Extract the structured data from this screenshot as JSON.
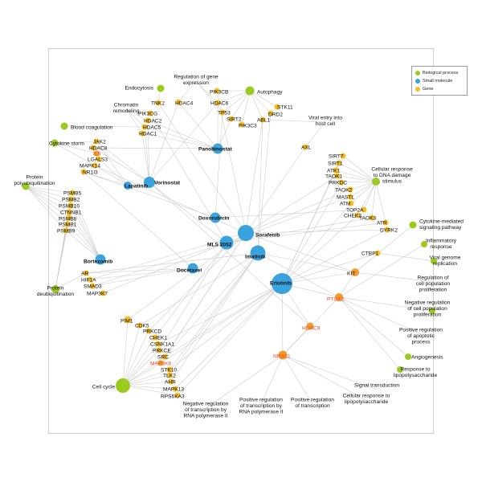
{
  "colors": {
    "biological_process": "#9acc1f",
    "small_molecule": "#3aa3dd",
    "gene": "#f6be22",
    "gene_highlight": "#f59a2a",
    "edge": "#c9c9c9",
    "highlight_text": "#e8491f"
  },
  "legend": [
    {
      "label": "Biological process",
      "category": "bp"
    },
    {
      "label": "Small molecule",
      "category": "sm"
    },
    {
      "label": "Gene",
      "category": "gene"
    }
  ],
  "nodes": [
    {
      "id": "regulation-gene-expression",
      "label": "Regulation of gene\nexpression",
      "category": "bp"
    },
    {
      "id": "endocytosis",
      "label": "Endocytosis",
      "category": "bp"
    },
    {
      "id": "autophagy",
      "label": "Autophagy",
      "category": "bp"
    },
    {
      "id": "chromatin-remodeling",
      "label": "Chromatin\nremodeling",
      "category": "bp"
    },
    {
      "id": "blood-coagulation",
      "label": "Blood coagulation",
      "category": "bp"
    },
    {
      "id": "cytokine-storm",
      "label": "Cytokine storm",
      "category": "bp"
    },
    {
      "id": "viral-entry",
      "label": "Viral entry into\nhost cell",
      "category": "bp"
    },
    {
      "id": "protein-polyubiquitination",
      "label": "Protein\npolyubiquitination",
      "category": "bp"
    },
    {
      "id": "protein-deubiquitination",
      "label": "Protein\ndeubiquitination",
      "category": "bp"
    },
    {
      "id": "dna-damage",
      "label": "Cellular response\nto DNA damage\nstimulus",
      "category": "bp"
    },
    {
      "id": "cytokine-signaling",
      "label": "Cytokine-mediated\nsignaling pathway",
      "category": "bp"
    },
    {
      "id": "inflammatory-response",
      "label": "Inflammatory\nresponse",
      "category": "bp"
    },
    {
      "id": "viral-genome-replication",
      "label": "Viral genome\nreplication",
      "category": "bp"
    },
    {
      "id": "reg-cell-pop",
      "label": "Regulation of\ncell population\nproliferation",
      "category": "bp"
    },
    {
      "id": "neg-reg-cell-pop",
      "label": "Negative regulation\nof cell population\nproliferation",
      "category": "bp"
    },
    {
      "id": "pos-reg-apoptotic",
      "label": "Positive regulation\nof apoptotic\nprocess",
      "category": "bp"
    },
    {
      "id": "angiogenesis",
      "label": "Angiogenesis",
      "category": "bp"
    },
    {
      "id": "response-lps",
      "label": "Response to\nlipopolysaccharide",
      "category": "bp"
    },
    {
      "id": "signal-transduction",
      "label": "Signal transduction",
      "category": "bp"
    },
    {
      "id": "cellular-response-lps",
      "label": "Cellular response to\nlipopolysaccharide",
      "category": "bp"
    },
    {
      "id": "cell-cycle",
      "label": "Cell cycle",
      "category": "bp"
    },
    {
      "id": "neg-reg-transcription",
      "label": "Negative regulation\nof transcription by\nRNA polymerase II",
      "category": "bp"
    },
    {
      "id": "pos-reg-transcription-pol2",
      "label": "Positive regulation\nof transcription by\nRNA polymerase II",
      "category": "bp"
    },
    {
      "id": "pos-reg-transcription",
      "label": "Positive regulation\nof transcription",
      "category": "bp"
    },
    {
      "id": "panobinostat",
      "label": "Panobinostat",
      "category": "sm"
    },
    {
      "id": "vorinostat",
      "label": "Vorinostat",
      "category": "sm"
    },
    {
      "id": "lapatinib",
      "label": "Lapatinib",
      "category": "sm"
    },
    {
      "id": "doxorubicin",
      "label": "Doxorubicin",
      "category": "sm"
    },
    {
      "id": "sorafenib",
      "label": "Sorafenib",
      "category": "sm"
    },
    {
      "id": "mls2052",
      "label": "MLS 2052",
      "category": "sm"
    },
    {
      "id": "imatinib",
      "label": "Imatinib",
      "category": "sm"
    },
    {
      "id": "bortezomib",
      "label": "Bortezomib",
      "category": "sm"
    },
    {
      "id": "docetaxel",
      "label": "Docetaxel",
      "category": "sm"
    },
    {
      "id": "erlotinib",
      "label": "Erlotinib",
      "category": "sm"
    },
    {
      "id": "tnk2",
      "label": "TNK2",
      "category": "gene"
    },
    {
      "id": "hdac4",
      "label": "HDAC4",
      "category": "gene"
    },
    {
      "id": "pik3cb",
      "label": "PIK3CB",
      "category": "gene"
    },
    {
      "id": "hdac6",
      "label": "HDAC6",
      "category": "gene"
    },
    {
      "id": "tp53",
      "label": "TP53",
      "category": "gene"
    },
    {
      "id": "sirt2",
      "label": "SIRT2",
      "category": "gene"
    },
    {
      "id": "pik3c3",
      "label": "PIK3C3",
      "category": "gene"
    },
    {
      "id": "abl1",
      "label": "ABL1",
      "category": "gene"
    },
    {
      "id": "drd2",
      "label": "DRD2",
      "category": "gene"
    },
    {
      "id": "stk11",
      "label": "STK11",
      "category": "gene"
    },
    {
      "id": "pik3cg",
      "label": "PIK3CG",
      "category": "gene"
    },
    {
      "id": "hdac2",
      "label": "HDAC2",
      "category": "gene"
    },
    {
      "id": "hdac5",
      "label": "HDAC5",
      "category": "gene"
    },
    {
      "id": "hdac1",
      "label": "HDAC1",
      "category": "gene"
    },
    {
      "id": "jak2",
      "label": "JAK2",
      "category": "gene"
    },
    {
      "id": "hdac8",
      "label": "HDAC8",
      "category": "gene"
    },
    {
      "id": "il6",
      "label": "IL6",
      "category": "gene",
      "highlight": true
    },
    {
      "id": "lgals3",
      "label": "LGALS3",
      "category": "gene"
    },
    {
      "id": "mapk14",
      "label": "MAPK14",
      "category": "gene"
    },
    {
      "id": "nr1i3",
      "label": "NR1I3",
      "category": "gene"
    },
    {
      "id": "axl",
      "label": "AXL",
      "category": "gene"
    },
    {
      "id": "sirt7",
      "label": "SIRT7",
      "category": "gene"
    },
    {
      "id": "sirt1",
      "label": "SIRT1",
      "category": "gene"
    },
    {
      "id": "atk1",
      "label": "ATK1",
      "category": "gene"
    },
    {
      "id": "taok1",
      "label": "TAOK1",
      "category": "gene"
    },
    {
      "id": "prkdc",
      "label": "PRKDC",
      "category": "gene"
    },
    {
      "id": "taok2",
      "label": "TAOK2",
      "category": "gene"
    },
    {
      "id": "mastl",
      "label": "MASTL",
      "category": "gene"
    },
    {
      "id": "atm",
      "label": "ATM",
      "category": "gene"
    },
    {
      "id": "top2a",
      "label": "TOP2A",
      "category": "gene"
    },
    {
      "id": "chek2",
      "label": "CHEK2",
      "category": "gene"
    },
    {
      "id": "taok3",
      "label": "TAOK3",
      "category": "gene"
    },
    {
      "id": "atr",
      "label": "ATR",
      "category": "gene"
    },
    {
      "id": "dyrk2",
      "label": "DYRK2",
      "category": "gene"
    },
    {
      "id": "psmb5",
      "label": "PSMB5",
      "category": "gene"
    },
    {
      "id": "psmb2",
      "label": "PSMB2",
      "category": "gene"
    },
    {
      "id": "psmb10",
      "label": "PSMB10",
      "category": "gene"
    },
    {
      "id": "ctnnb1",
      "label": "CTNNB1",
      "category": "gene"
    },
    {
      "id": "psmb8",
      "label": "PSMB8",
      "category": "gene"
    },
    {
      "id": "psmb1",
      "label": "PSMB1",
      "category": "gene"
    },
    {
      "id": "psmb9",
      "label": "PSMB9",
      "category": "gene"
    },
    {
      "id": "ar",
      "label": "AR",
      "category": "gene"
    },
    {
      "id": "hif1a",
      "label": "HIF1A",
      "category": "gene"
    },
    {
      "id": "smad3",
      "label": "SMAD3",
      "category": "gene"
    },
    {
      "id": "map3k7",
      "label": "MAP3K7",
      "category": "gene"
    },
    {
      "id": "ctbp1",
      "label": "CTBP1",
      "category": "gene"
    },
    {
      "id": "kit",
      "label": "KIT",
      "category": "gene",
      "highlight": true
    },
    {
      "id": "ptgs2",
      "label": "PTGS2",
      "category": "gene",
      "highlight": true
    },
    {
      "id": "hdac9",
      "label": "HDAC9",
      "category": "gene",
      "highlight": true
    },
    {
      "id": "nr3c1",
      "label": "NR3C1",
      "category": "gene",
      "highlight": true
    },
    {
      "id": "pim1",
      "label": "PIM1",
      "category": "gene"
    },
    {
      "id": "cdk5",
      "label": "CDK5",
      "category": "gene"
    },
    {
      "id": "prkcd",
      "label": "PRKCD",
      "category": "gene"
    },
    {
      "id": "chek1",
      "label": "CHEK1",
      "category": "gene"
    },
    {
      "id": "csnk1a1",
      "label": "CSNK1A1",
      "category": "gene"
    },
    {
      "id": "prkce",
      "label": "PRKCE",
      "category": "gene"
    },
    {
      "id": "src",
      "label": "SRC",
      "category": "gene"
    },
    {
      "id": "map3k8",
      "label": "MAP3K8",
      "category": "gene",
      "highlight": true
    },
    {
      "id": "stk10",
      "label": "STK10",
      "category": "gene"
    },
    {
      "id": "tlk2",
      "label": "TLK2",
      "category": "gene"
    },
    {
      "id": "ahr",
      "label": "AHR",
      "category": "gene"
    },
    {
      "id": "mapk13",
      "label": "MAPK13",
      "category": "gene"
    },
    {
      "id": "rps6ka3",
      "label": "RPS6KA3",
      "category": "gene"
    }
  ],
  "edges": [
    [
      "regulation-gene-expression",
      "hdac4"
    ],
    [
      "regulation-gene-expression",
      "hdac6"
    ],
    [
      "regulation-gene-expression",
      "tp53"
    ],
    [
      "endocytosis",
      "tnk2"
    ],
    [
      "autophagy",
      "pik3c3"
    ],
    [
      "autophagy",
      "stk11"
    ],
    [
      "autophagy",
      "tp53"
    ],
    [
      "autophagy",
      "sirt2"
    ],
    [
      "autophagy",
      "hdac6"
    ],
    [
      "autophagy",
      "pik3cb"
    ],
    [
      "autophagy",
      "abl1"
    ],
    [
      "autophagy",
      "drd2"
    ],
    [
      "chromatin-remodeling",
      "hdac2"
    ],
    [
      "chromatin-remodeling",
      "hdac1"
    ],
    [
      "chromatin-remodeling",
      "hdac5"
    ],
    [
      "blood-coagulation",
      "hdac5"
    ],
    [
      "cytokine-storm",
      "jak2"
    ],
    [
      "cytokine-storm",
      "il6"
    ],
    [
      "cytokine-storm",
      "mapk14"
    ],
    [
      "viral-entry",
      "abl1"
    ],
    [
      "viral-entry",
      "axl"
    ],
    [
      "protein-polyubiquitination",
      "psmb5"
    ],
    [
      "protein-polyubiquitination",
      "psmb2"
    ],
    [
      "protein-polyubiquitination",
      "psmb10"
    ],
    [
      "protein-polyubiquitination",
      "ctnnb1"
    ],
    [
      "protein-polyubiquitination",
      "psmb8"
    ],
    [
      "protein-polyubiquitination",
      "psmb1"
    ],
    [
      "protein-polyubiquitination",
      "psmb9"
    ],
    [
      "protein-deubiquitination",
      "psmb5"
    ],
    [
      "protein-deubiquitination",
      "psmb2"
    ],
    [
      "protein-deubiquitination",
      "psmb10"
    ],
    [
      "protein-deubiquitination",
      "psmb8"
    ],
    [
      "protein-deubiquitination",
      "psmb1"
    ],
    [
      "protein-deubiquitination",
      "psmb9"
    ],
    [
      "protein-deubiquitination",
      "ar"
    ],
    [
      "dna-damage",
      "sirt7"
    ],
    [
      "dna-damage",
      "sirt1"
    ],
    [
      "dna-damage",
      "atk1"
    ],
    [
      "dna-damage",
      "taok1"
    ],
    [
      "dna-damage",
      "prkdc"
    ],
    [
      "dna-damage",
      "taok2"
    ],
    [
      "dna-damage",
      "mastl"
    ],
    [
      "dna-damage",
      "atm"
    ],
    [
      "dna-damage",
      "top2a"
    ],
    [
      "dna-damage",
      "chek2"
    ],
    [
      "dna-damage",
      "taok3"
    ],
    [
      "dna-damage",
      "atr"
    ],
    [
      "cytokine-signaling",
      "kit"
    ],
    [
      "inflammatory-response",
      "ptgs2"
    ],
    [
      "viral-genome-replication",
      "ctbp1"
    ],
    [
      "reg-cell-pop",
      "kit"
    ],
    [
      "neg-reg-cell-pop",
      "ptgs2"
    ],
    [
      "pos-reg-apoptotic",
      "ptgs2"
    ],
    [
      "angiogenesis",
      "ptgs2"
    ],
    [
      "response-lps",
      "ptgs2"
    ],
    [
      "signal-transduction",
      "nr3c1"
    ],
    [
      "cellular-response-lps",
      "nr3c1"
    ],
    [
      "cell-cycle",
      "pim1"
    ],
    [
      "cell-cycle",
      "cdk5"
    ],
    [
      "cell-cycle",
      "prkcd"
    ],
    [
      "cell-cycle",
      "chek1"
    ],
    [
      "cell-cycle",
      "csnk1a1"
    ],
    [
      "cell-cycle",
      "prkce"
    ],
    [
      "cell-cycle",
      "src"
    ],
    [
      "cell-cycle",
      "map3k8"
    ],
    [
      "cell-cycle",
      "stk10"
    ],
    [
      "cell-cycle",
      "tlk2"
    ],
    [
      "cell-cycle",
      "ahr"
    ],
    [
      "cell-cycle",
      "mapk13"
    ],
    [
      "cell-cycle",
      "rps6ka3"
    ],
    [
      "neg-reg-transcription",
      "nr3c1"
    ],
    [
      "pos-reg-transcription-pol2",
      "nr3c1"
    ],
    [
      "pos-reg-transcription",
      "nr3c1"
    ],
    [
      "panobinostat",
      "hdac1"
    ],
    [
      "panobinostat",
      "hdac2"
    ],
    [
      "panobinostat",
      "hdac4"
    ],
    [
      "panobinostat",
      "hdac6"
    ],
    [
      "panobinostat",
      "sirt2"
    ],
    [
      "panobinostat",
      "hdac8"
    ],
    [
      "panobinostat",
      "hdac5"
    ],
    [
      "vorinostat",
      "hdac1"
    ],
    [
      "vorinostat",
      "hdac2"
    ],
    [
      "vorinostat",
      "hdac5"
    ],
    [
      "vorinostat",
      "hdac8"
    ],
    [
      "vorinostat",
      "hdac6"
    ],
    [
      "vorinostat",
      "hdac4"
    ],
    [
      "vorinostat",
      "hdac9"
    ],
    [
      "lapatinib",
      "jak2"
    ],
    [
      "lapatinib",
      "mapk14"
    ],
    [
      "lapatinib",
      "lgals3"
    ],
    [
      "lapatinib",
      "nr1i3"
    ],
    [
      "bortezomib",
      "psmb5"
    ],
    [
      "bortezomib",
      "psmb2"
    ],
    [
      "bortezomib",
      "psmb10"
    ],
    [
      "bortezomib",
      "psmb8"
    ],
    [
      "bortezomib",
      "psmb1"
    ],
    [
      "bortezomib",
      "psmb9"
    ],
    [
      "bortezomib",
      "ctnnb1"
    ],
    [
      "doxorubicin",
      "top2a"
    ],
    [
      "doxorubicin",
      "tp53"
    ],
    [
      "doxorubicin",
      "nr1i3"
    ],
    [
      "sorafenib",
      "pik3cb"
    ],
    [
      "sorafenib",
      "tnk2"
    ],
    [
      "sorafenib",
      "abl1"
    ],
    [
      "sorafenib",
      "axl"
    ],
    [
      "sorafenib",
      "taok1"
    ],
    [
      "sorafenib",
      "taok2"
    ],
    [
      "sorafenib",
      "kit"
    ],
    [
      "sorafenib",
      "src"
    ],
    [
      "sorafenib",
      "mapk14"
    ],
    [
      "sorafenib",
      "dyrk2"
    ],
    [
      "sorafenib",
      "pim1"
    ],
    [
      "sorafenib",
      "prkcd"
    ],
    [
      "sorafenib",
      "map3k8"
    ],
    [
      "sorafenib",
      "hif1a"
    ],
    [
      "mls2052",
      "pik3cg"
    ],
    [
      "mls2052",
      "jak2"
    ],
    [
      "mls2052",
      "atr"
    ],
    [
      "mls2052",
      "chek1"
    ],
    [
      "mls2052",
      "prkce"
    ],
    [
      "mls2052",
      "smad3"
    ],
    [
      "mls2052",
      "map3k7"
    ],
    [
      "mls2052",
      "taok3"
    ],
    [
      "mls2052",
      "mastl"
    ],
    [
      "imatinib",
      "abl1"
    ],
    [
      "imatinib",
      "kit"
    ],
    [
      "imatinib",
      "src"
    ],
    [
      "imatinib",
      "ptgs2"
    ],
    [
      "imatinib",
      "cdk5"
    ],
    [
      "imatinib",
      "tlk2"
    ],
    [
      "imatinib",
      "stk10"
    ],
    [
      "imatinib",
      "drd2"
    ],
    [
      "imatinib",
      "ar"
    ],
    [
      "imatinib",
      "ahr"
    ],
    [
      "docetaxel",
      "nr1i3"
    ],
    [
      "docetaxel",
      "hif1a"
    ],
    [
      "docetaxel",
      "ar"
    ],
    [
      "docetaxel",
      "smad3"
    ],
    [
      "erlotinib",
      "stk10"
    ],
    [
      "erlotinib",
      "kit"
    ],
    [
      "erlotinib",
      "ptgs2"
    ],
    [
      "erlotinib",
      "hdac9"
    ],
    [
      "erlotinib",
      "nr3c1"
    ],
    [
      "erlotinib",
      "ctbp1"
    ],
    [
      "erlotinib",
      "sirt7"
    ],
    [
      "erlotinib",
      "chek2"
    ],
    [
      "erlotinib",
      "dyrk2"
    ],
    [
      "erlotinib",
      "mapk13"
    ],
    [
      "erlotinib",
      "rps6ka3"
    ],
    [
      "erlotinib",
      "src"
    ],
    [
      "erlotinib",
      "csnk1a1"
    ],
    [
      "erlotinib",
      "atm"
    ],
    [
      "erlotinib",
      "prkdc"
    ],
    [
      "erlotinib",
      "sirt1"
    ],
    [
      "erlotinib",
      "map3k8"
    ],
    [
      "hdac9",
      "nr3c1"
    ],
    [
      "ptgs2",
      "nr3c1"
    ],
    [
      "kit",
      "ptgs2"
    ]
  ]
}
